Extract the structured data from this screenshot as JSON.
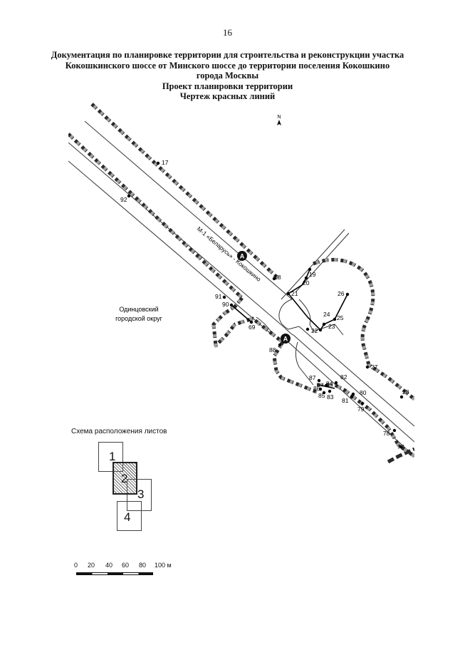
{
  "page_number": "16",
  "header": {
    "line1": "Документация по планировке территории для строительства и реконструкции участка",
    "line2": "Кокошкинского шоссе от Минского шоссе до территории поселения Кокошкино",
    "line3": "города Москвы",
    "line4": "Проект планировки территории",
    "line5": "Чертеж красных линий"
  },
  "map": {
    "north_label": "N",
    "road_label": "М-1 «Беларусь» - Кокошкино",
    "district_line1": "Одинцовский",
    "district_line2": "городской округ",
    "bus_stop_letter": "А",
    "points": [
      "17",
      "92",
      "18",
      "19",
      "20",
      "21",
      "26",
      "91",
      "90",
      "24",
      "25",
      "22",
      "23",
      "69",
      "88",
      "27",
      "87",
      "84",
      "82",
      "86",
      "85",
      "83",
      "80",
      "81",
      "79",
      "28",
      "78",
      "77"
    ]
  },
  "scheme": {
    "title": "Схема расположения листов",
    "sheets": [
      "1",
      "2",
      "3",
      "4"
    ],
    "active_sheet": "2"
  },
  "scale": {
    "labels": [
      "0",
      "20",
      "40",
      "60",
      "80",
      "100 м"
    ]
  },
  "colors": {
    "red_line": "#2b2b2b",
    "red_line_dash": "#9a9a9a",
    "road": "#333333"
  }
}
